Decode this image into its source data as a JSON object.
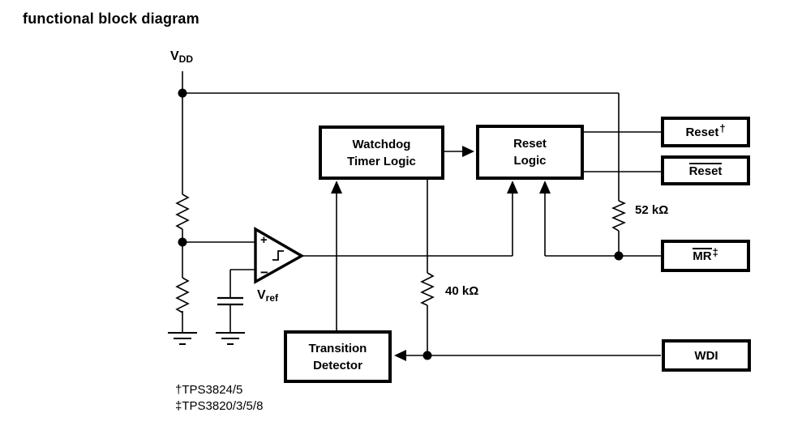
{
  "title": "functional block diagram",
  "power": {
    "vdd": "V",
    "vdd_sub": "DD"
  },
  "comparator": {
    "plus": "+",
    "minus": "−",
    "vref": "V",
    "vref_sub": "ref"
  },
  "resistors": {
    "pullup": "52 kΩ",
    "wdi_pullup": "40 kΩ"
  },
  "blocks": {
    "watchdog": {
      "line1": "Watchdog",
      "line2": "Timer Logic"
    },
    "reset_logic": {
      "line1": "Reset",
      "line2": "Logic"
    },
    "transition_detector": {
      "line1": "Transition",
      "line2": "Detector"
    }
  },
  "pins": {
    "reset_high": {
      "label": "Reset",
      "note": "†"
    },
    "reset_low": {
      "label": "Reset"
    },
    "mr": {
      "label": "MR",
      "note": "‡"
    },
    "wdi": {
      "label": "WDI"
    }
  },
  "footnotes": {
    "dagger": "†TPS3824/5",
    "double_dagger": "‡TPS3820/3/5/8"
  },
  "colors": {
    "ink": "#000000",
    "background": "#ffffff"
  }
}
